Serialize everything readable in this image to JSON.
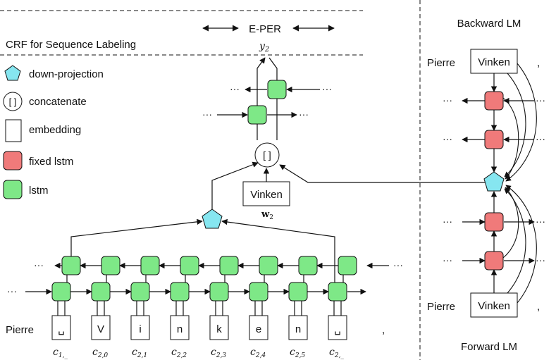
{
  "labels": {
    "crf_title": "CRF for Sequence Labeling",
    "output_tag": "E-PER",
    "output_var_base": "y",
    "output_var_sub": "2",
    "word_embed_text": "Vinken",
    "word_embed_var_base": "w",
    "word_embed_var_sub": "2",
    "concat_symbol": "[ ]",
    "left_word": "Pierre",
    "trailing_comma": ",",
    "ellipsis": "···"
  },
  "legend": [
    {
      "shape": "pentagon",
      "label": "down-projection"
    },
    {
      "shape": "circle",
      "label": "concatenate"
    },
    {
      "shape": "rect",
      "label": "embedding"
    },
    {
      "shape": "fixed-lstm",
      "label": "fixed lstm"
    },
    {
      "shape": "lstm",
      "label": "lstm"
    }
  ],
  "char_sequence": [
    {
      "char": "␣",
      "sub": "1,_"
    },
    {
      "char": "V",
      "sub": "2,0"
    },
    {
      "char": "i",
      "sub": "2,1"
    },
    {
      "char": "n",
      "sub": "2,2"
    },
    {
      "char": "k",
      "sub": "2,3"
    },
    {
      "char": "e",
      "sub": "2,4"
    },
    {
      "char": "n",
      "sub": "2,5"
    },
    {
      "char": "␣",
      "sub": "2,_"
    }
  ],
  "char_var_base": "c",
  "lm": {
    "backward_title": "Backward LM",
    "forward_title": "Forward LM",
    "word_left": "Pierre",
    "word_box": "Vinken",
    "comma": ","
  },
  "colors": {
    "lstm": "#7ee887",
    "fixed_lstm": "#f07a7a",
    "down_projection": "#86e6f0",
    "stroke": "#111111"
  }
}
